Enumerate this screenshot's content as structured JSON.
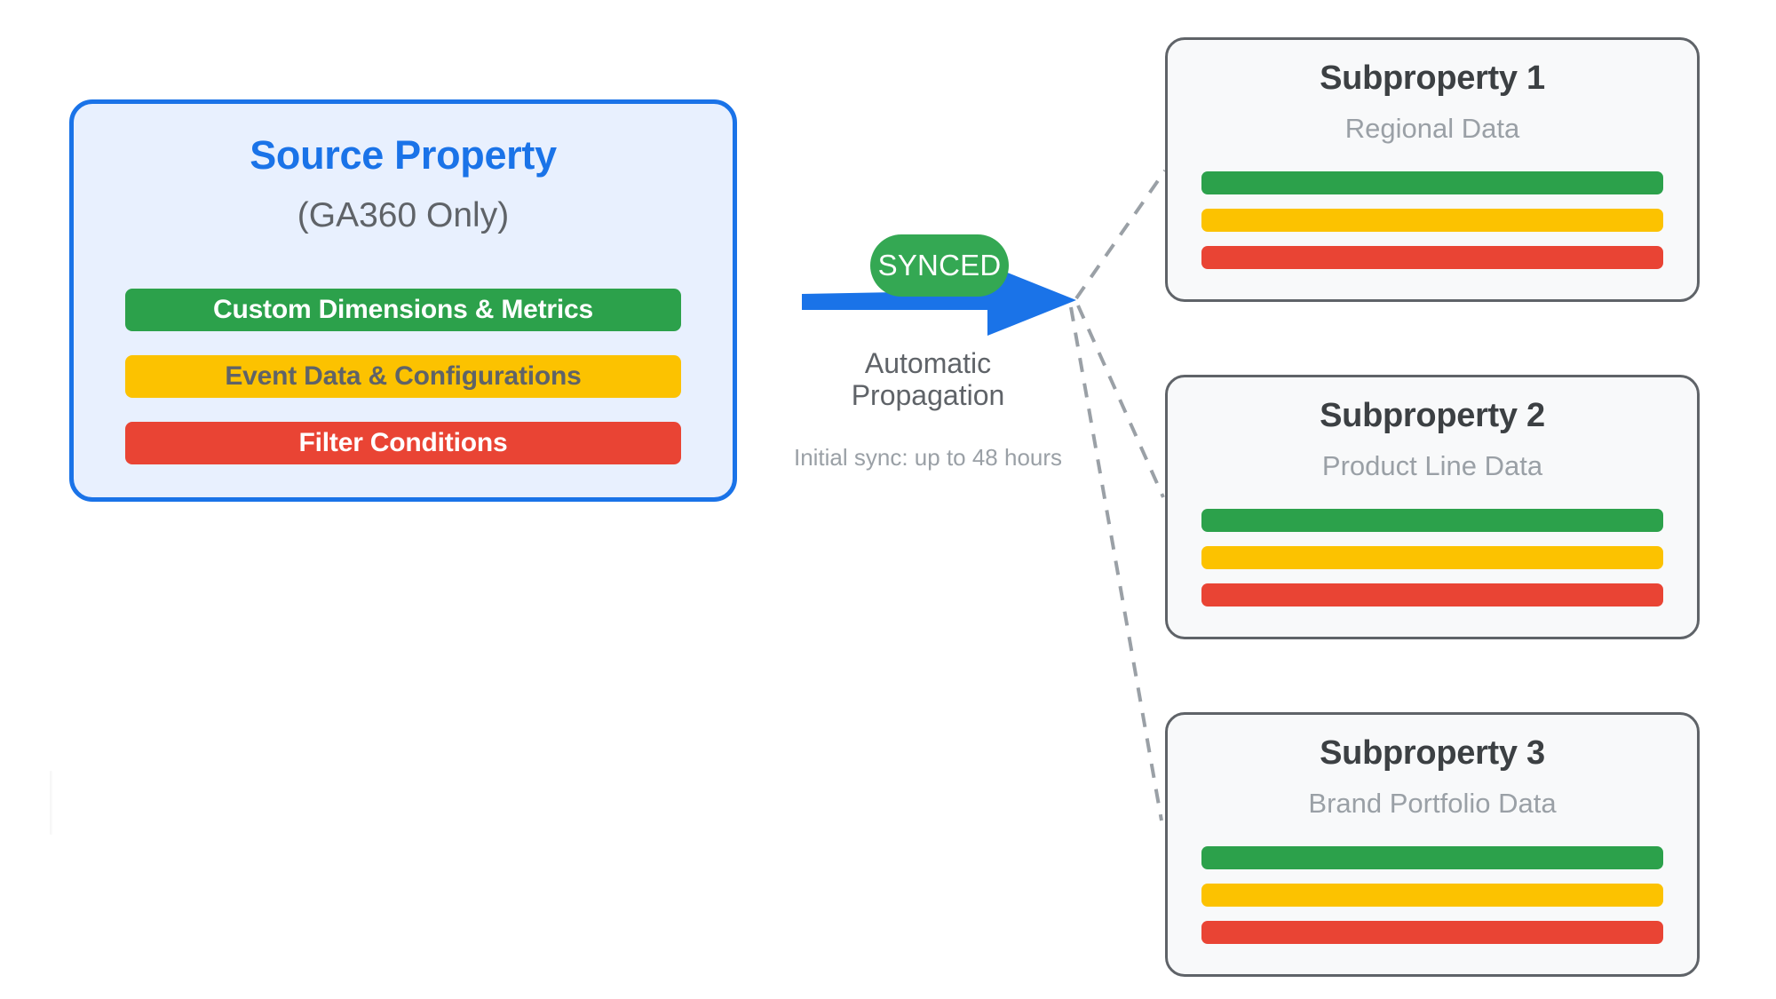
{
  "colors": {
    "green": "#2ca14b",
    "yellow": "#fcc200",
    "red": "#e94434",
    "blue_accent": "#1a73e8",
    "badge_green": "#34a853",
    "card_border": "#5f6368",
    "card_bg": "#f8f9fa",
    "source_bg": "#e8f0fe",
    "muted_text": "#9aa0a6",
    "body_text": "#5f6368",
    "title_text": "#3c4043",
    "white": "#ffffff",
    "dash_gray": "#9aa0a6"
  },
  "source": {
    "title": "Source Property",
    "subtitle": "(GA360 Only)",
    "bars": [
      {
        "label": "Custom Dimensions & Metrics",
        "color": "#2ca14b",
        "text_color": "#ffffff"
      },
      {
        "label": "Event Data & Configurations",
        "color": "#fcc200",
        "text_color": "#5f6368"
      },
      {
        "label": "Filter Conditions",
        "color": "#e94434",
        "text_color": "#ffffff"
      }
    ]
  },
  "connector": {
    "badge_label": "SYNCED",
    "propagation_line1": "Automatic",
    "propagation_line2": "Propagation",
    "sync_note": "Initial sync: up to 48 hours",
    "arrow_color": "#1a73e8",
    "dash_count": 3
  },
  "subproperties": [
    {
      "title": "Subproperty 1",
      "subtitle": "Regional Data",
      "bars": [
        {
          "name": "custom-dimensions-metrics",
          "color": "#2ca14b"
        },
        {
          "name": "event-data-configurations",
          "color": "#fcc200"
        },
        {
          "name": "filter-conditions",
          "color": "#e94434"
        }
      ]
    },
    {
      "title": "Subproperty 2",
      "subtitle": "Product Line Data",
      "bars": [
        {
          "name": "custom-dimensions-metrics",
          "color": "#2ca14b"
        },
        {
          "name": "event-data-configurations",
          "color": "#fcc200"
        },
        {
          "name": "filter-conditions",
          "color": "#e94434"
        }
      ]
    },
    {
      "title": "Subproperty 3",
      "subtitle": "Brand Portfolio Data",
      "bars": [
        {
          "name": "custom-dimensions-metrics",
          "color": "#2ca14b"
        },
        {
          "name": "event-data-configurations",
          "color": "#fcc200"
        },
        {
          "name": "filter-conditions",
          "color": "#e94434"
        }
      ]
    }
  ]
}
